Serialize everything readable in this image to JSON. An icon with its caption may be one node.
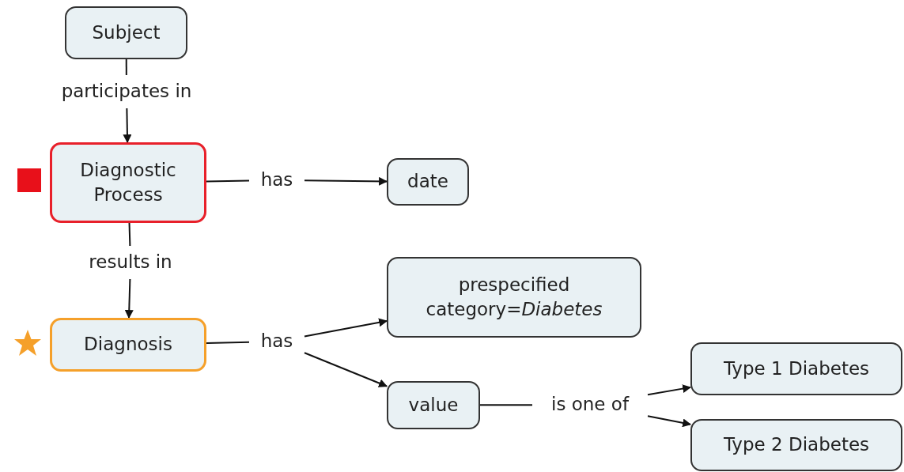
{
  "diagram": {
    "nodes": [
      {
        "text": [
          "Subject"
        ]
      },
      {
        "text": [
          "participates in"
        ]
      },
      {
        "text": [
          "Diagnostic Process"
        ]
      },
      {
        "text": [
          "has"
        ]
      },
      {
        "text": [
          "date"
        ]
      },
      {
        "text": [
          "results in"
        ]
      },
      {
        "text": [
          "Diagnosis"
        ]
      },
      {
        "text": [
          "has"
        ]
      },
      {
        "text": [
          "prespecified category=*Diabetes*"
        ]
      },
      {
        "text": [
          "value"
        ]
      },
      {
        "text": [
          "is one of"
        ]
      },
      {
        "text": [
          "Type 1 Diabetes"
        ]
      },
      {
        "text": [
          "Type 2 Diabetes"
        ]
      }
    ],
    "edges": [
      {
        "from": 0,
        "to": 1,
        "arrow": "none"
      },
      {
        "from": 1,
        "to": 2,
        "arrow": "to"
      },
      {
        "from": 2,
        "to": 3,
        "arrow": "none"
      },
      {
        "from": 3,
        "to": 4,
        "arrow": "to"
      },
      {
        "from": 2,
        "to": 5,
        "arrow": "none"
      },
      {
        "from": 5,
        "to": 6,
        "arrow": "to"
      },
      {
        "from": 6,
        "to": 7,
        "arrow": "none"
      },
      {
        "from": 7,
        "to": 8,
        "arrow": "to"
      },
      {
        "from": 7,
        "to": 9,
        "arrow": "to"
      },
      {
        "from": 9,
        "to": 10,
        "arrow": "none"
      },
      {
        "from": 10,
        "to": 11,
        "arrow": "to"
      },
      {
        "from": 10,
        "to": 12,
        "arrow": "to"
      }
    ]
  }
}
